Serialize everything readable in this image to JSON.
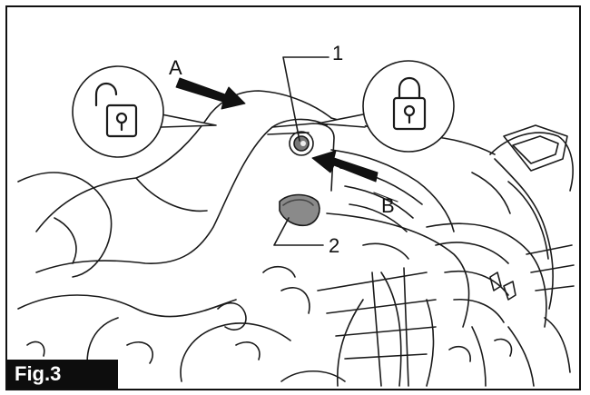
{
  "labels": {
    "arrow_a": "A",
    "arrow_b": "B",
    "callout_1": "1",
    "callout_2": "2"
  },
  "figure_tag": "Fig.3",
  "icons": {
    "left_circle": "unlocked-padlock-icon",
    "right_circle": "locked-padlock-icon"
  },
  "colors": {
    "line": "#1a1a1a",
    "background": "#ffffff",
    "tag_bg": "#0d0d0d",
    "tag_text": "#ffffff"
  }
}
